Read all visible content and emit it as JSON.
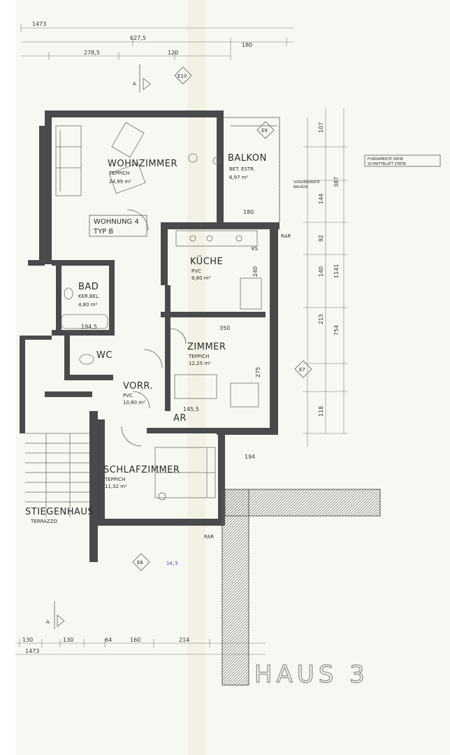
{
  "rooms": {
    "wohnzimmer": {
      "name": "WOHNZIMMER",
      "floor": "TEPPICH",
      "area": "24,99 m²"
    },
    "balkon": {
      "name": "BALKON",
      "floor": "BET. ESTR.",
      "area": "6,97 m²"
    },
    "wohnung": {
      "line1": "WOHNUNG 4",
      "line2": "TYP B"
    },
    "kueche": {
      "name": "KÜCHE",
      "floor": "PVC",
      "area": "9,80 m²"
    },
    "bad": {
      "name": "BAD",
      "floor": "KER.BEL.",
      "area": "4,80 m²"
    },
    "wc": {
      "name": "WC"
    },
    "zimmer": {
      "name": "ZIMMER",
      "floor": "TEPPICH",
      "area": "12,25 m²"
    },
    "vorr": {
      "name": "VORR.",
      "floor": "PVC",
      "area": "10,60 m²"
    },
    "ar": {
      "name": "AR"
    },
    "schlafzimmer": {
      "name": "SCHLAFZIMMER",
      "floor": "TEPPICH",
      "area": "11,32 m²"
    },
    "stiegenhaus": {
      "name": "STIEGENHAUS",
      "floor": "TERRAZZO"
    }
  },
  "dimensions": {
    "top_overall": "1473",
    "top_left": "627,5",
    "top_right": "180",
    "top_sub1": "278,5",
    "top_sub2": "120",
    "right_total": "1141",
    "right_upper": "387",
    "right_mid": "754",
    "right_seg1": "107",
    "right_seg2": "144",
    "right_seg3": "92",
    "right_seg4": "140",
    "right_seg5": "215",
    "right_seg6": "118",
    "balkon_w": "180",
    "kueche_h": "240",
    "zimmer_w": "350",
    "zimmer_h": "275",
    "sz_w": "194",
    "bottom_overall": "1473",
    "bottom_s1": "130",
    "bottom_s2": "130",
    "bottom_s3": "64",
    "bottom_s4": "160",
    "bottom_s5": "214",
    "bad_w": "194,5",
    "vorr_w": "145,5"
  },
  "markers": {
    "section_a": "A",
    "e10": "E10",
    "e9": "E9",
    "e7": "E7",
    "e6": "E6",
    "rar_1": "RAR",
    "rar_2": "RAR",
    "ks": "KS"
  },
  "notes": {
    "right_top_box1": "FUNDAMENTE SIEHE",
    "right_top_box2": "SCHNITTBLATT STATIK",
    "balkon_note1": "VORDERKANTE",
    "balkon_note2": "BALKON",
    "handwriting_1": "14,5"
  },
  "building": {
    "label": "HAUS 3"
  }
}
